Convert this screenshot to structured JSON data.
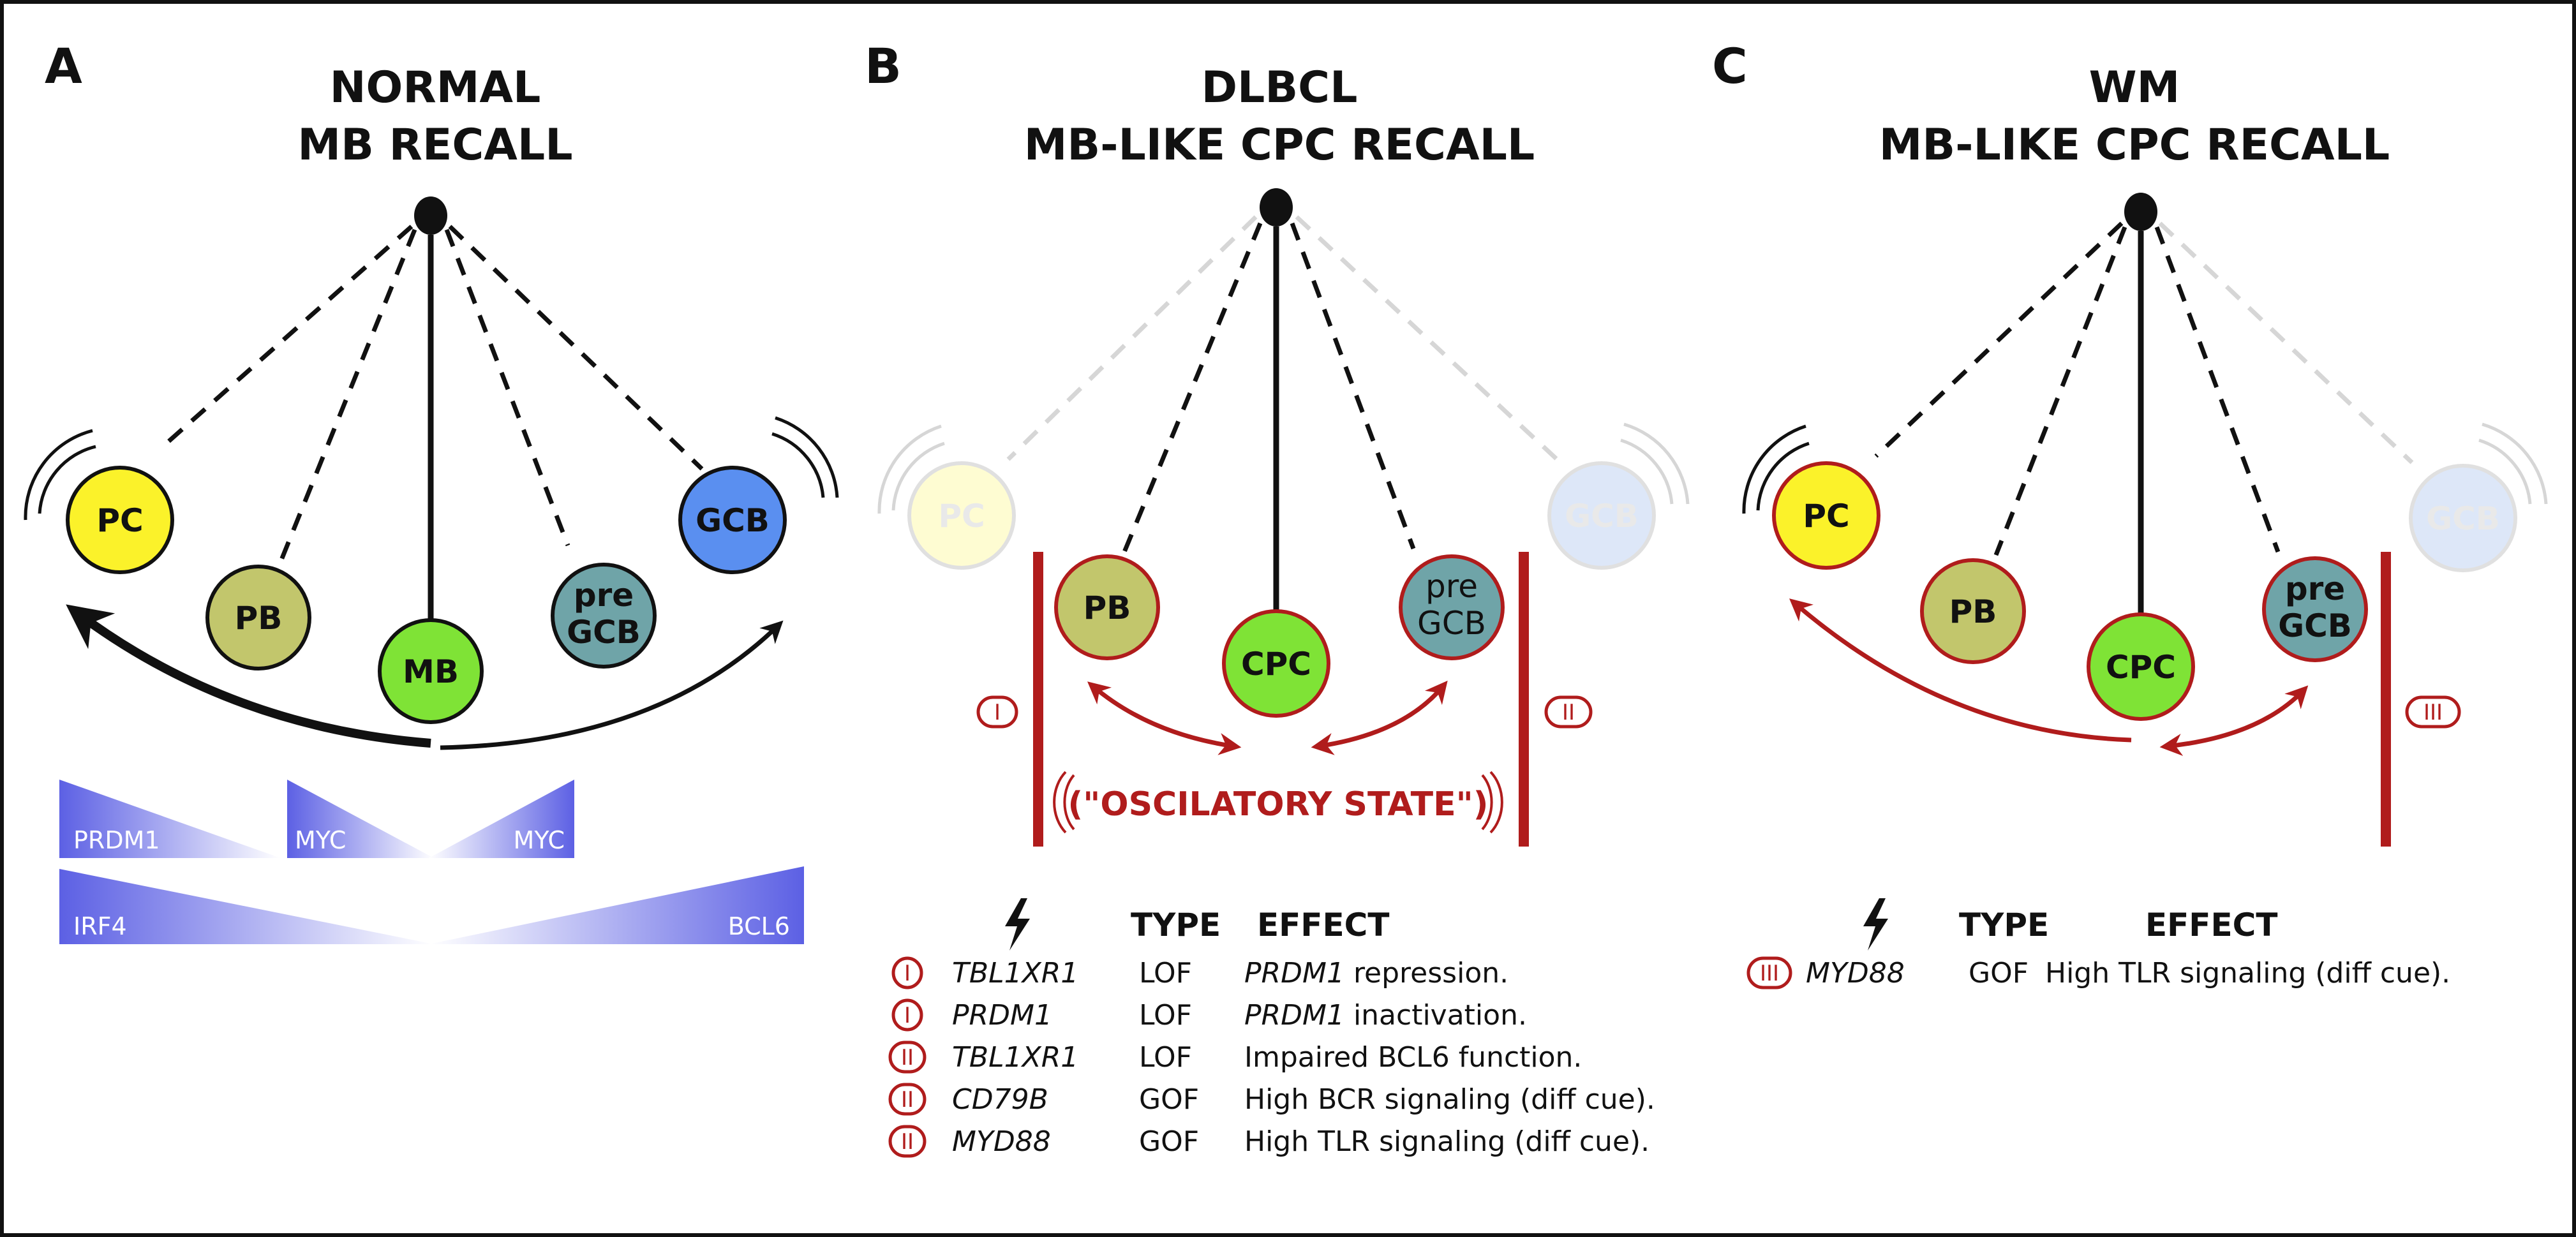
{
  "panels": [
    {
      "letter": "A",
      "title_lines": [
        "NORMAL",
        "MB RECALL"
      ],
      "cells": {
        "pc": "PC",
        "pb": "PB",
        "mb": "MB",
        "pregcb_line1": "pre",
        "pregcb_line2": "GCB",
        "gcb": "GCB"
      },
      "gradients": {
        "prdm1": "PRDM1",
        "myc_left": "MYC",
        "myc_right": "MYC",
        "irf4": "IRF4",
        "bcl6": "BCL6"
      }
    },
    {
      "letter": "B",
      "title_lines": [
        "DLBCL",
        "MB-LIKE CPC RECALL"
      ],
      "cells": {
        "pc": "PC",
        "pb": "PB",
        "cpc": "CPC",
        "pregcb_line1": "pre",
        "pregcb_line2": "GCB",
        "gcb": "GCB"
      },
      "barriers": [
        "I",
        "II"
      ],
      "oscillatory": "(\"OSCILATORY  STATE\")",
      "table": {
        "headers": [
          "TYPE",
          "EFFECT"
        ],
        "rows": [
          {
            "mark": "I",
            "gene": "TBL1XR1",
            "type": "LOF",
            "effect_gene": "PRDM1",
            "effect": "repression."
          },
          {
            "mark": "I",
            "gene": "PRDM1",
            "type": "LOF",
            "effect_gene": "PRDM1",
            "effect": "inactivation."
          },
          {
            "mark": "II",
            "gene": "TBL1XR1",
            "type": "LOF",
            "effect_gene": "",
            "effect": "Impaired BCL6 function."
          },
          {
            "mark": "II",
            "gene": "CD79B",
            "type": "GOF",
            "effect_gene": "",
            "effect": "High BCR signaling (diff cue)."
          },
          {
            "mark": "II",
            "gene": "MYD88",
            "type": "GOF",
            "effect_gene": "",
            "effect": "High TLR signaling (diff cue)."
          }
        ]
      }
    },
    {
      "letter": "C",
      "title_lines": [
        "WM",
        "MB-LIKE CPC RECALL"
      ],
      "cells": {
        "pc": "PC",
        "pb": "PB",
        "cpc": "CPC",
        "pregcb_line1": "pre",
        "pregcb_line2": "GCB",
        "gcb": "GCB"
      },
      "barriers": [
        "III"
      ],
      "table": {
        "headers": [
          "TYPE",
          "EFFECT"
        ],
        "rows": [
          {
            "mark": "III",
            "gene": "MYD88",
            "type": "GOF",
            "effect_gene": "",
            "effect": "High TLR signaling (diff cue)."
          }
        ]
      }
    }
  ],
  "icons": {
    "mutation": "lightning-bolt-icon"
  },
  "colors": {
    "pc": "#fbf22a",
    "pb": "#c2c66c",
    "mb": "#7fe336",
    "pregcb": "#6fa4a8",
    "gcb": "#5a8ff0",
    "red": "#b01c1c",
    "gradient": "#6b6ee8",
    "ghost_gray": "#d6d6d6"
  }
}
